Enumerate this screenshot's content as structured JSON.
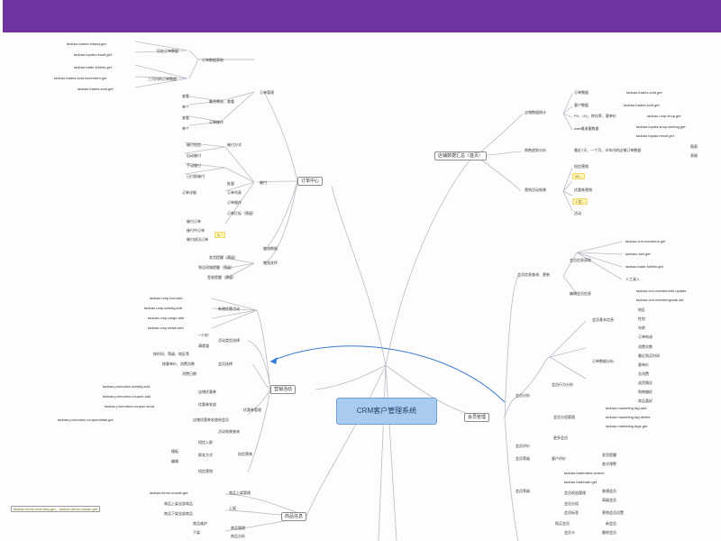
{
  "center": "CRM客户管理系统",
  "branches": {
    "order_center": "订单中心",
    "store_summary": "店铺数据汇总（首页）",
    "marketing": "营销活动",
    "member_mgmt": "会员管理",
    "product_info": "商品信息"
  },
  "order_center": {
    "order_data_mgmt": "订单数据获取",
    "history_orders": "历史订单数据",
    "incremental_orders": "三月内的订单数据",
    "apis": [
      "taobao.trades.history.get",
      "taobao.topats.result.get",
      "taobao.trade.fullinfo.get",
      "taobao.trades.sold.increment.get",
      "taobao.trades.sold.get"
    ],
    "order_mgmt": "订单管理",
    "filter_group": "集合筛选、查看",
    "filter_items": [
      "查看",
      "单个"
    ],
    "order_ops": "订单操作",
    "order_op_items": [
      "查看",
      "单个"
    ],
    "urge_group": "催付",
    "urge_sub": [
      "催付方式",
      "催付短信",
      "自动催付",
      "手动催付",
      "已付款催付"
    ],
    "batch": [
      "批量",
      "订单列表",
      "订单详细",
      "订单操作",
      "订单打标（预留）"
    ],
    "review": [
      "催付订单",
      "催付中订单",
      "催付成功订单"
    ],
    "sticky": "1...",
    "logistics": [
      "物流数据",
      "物流关怀"
    ],
    "logistics_items": [
      "发货提醒（预留）",
      "到达同城提醒（预留）",
      "签收提醒（预留）"
    ]
  },
  "store_summary": {
    "groups": [
      "店铺数据统计",
      "销售趋势分析",
      "营销活动效果"
    ],
    "stats": [
      "订单数据",
      "客户数据",
      "PV、UV、转化率、客单价",
      "web端流量数据"
    ],
    "stat_apis": [
      "taobao.trades.sold.get",
      "taobao.trades.sold.get",
      "taobao.ump.shop.get",
      "taobao.topats.shop.weblog.get",
      "taobao.topats.result.get"
    ],
    "trend": "最近7天、一个月、半年内的店铺订单数据",
    "trend_items": [
      "图表",
      "表格"
    ],
    "effect": [
      "短信营销",
      "优惠券营销",
      "活动"
    ],
    "effect_sticky": [
      "15...",
      "1 会..."
    ]
  },
  "marketing": {
    "create": "新建优惠活动",
    "create_apis": [
      "taobao.ump.tool.add",
      "taobao.ump.activity.add",
      "taobao.ump.range.add",
      "taobao.ump.detail.add"
    ],
    "activity_type": "活动类型选择",
    "type_items": [
      "一口价",
      "满就减"
    ],
    "member_select": [
      "会员选择",
      "按时间、等级、地区等",
      "按客单价、消费次数",
      "消费日期"
    ],
    "coupon": [
      "店铺优惠券",
      "优惠券发放"
    ],
    "coupon_apis": [
      "taobao.promotion.activity.add",
      "taobao.promotion.coupon.add",
      "taobao.promotion.coupon.send",
      "taobao.promotion.coupondetail.get"
    ],
    "coupon_send": "店铺优惠券发放给会员",
    "coupon_mgmt": "优惠券管理",
    "events": [
      "活动效果查询",
      "短信营销"
    ],
    "sms": [
      "短信入群",
      "群发方式",
      "短信营销"
    ],
    "sms_items": [
      "模板",
      "编辑"
    ]
  },
  "member_mgmt": {
    "query": "会员信息查询、更新",
    "query_group": [
      "会员信息获取",
      "编辑会员信息"
    ],
    "query_apis": [
      "taobao.crm.members.get",
      "taobao.user.get",
      "taobao.trade.fullinfo.get",
      "人工录入"
    ],
    "edit_apis": [
      "taobao.crm.memberinfo.update",
      "taobao.crm.membergrade.set"
    ],
    "analysis": "会员分析",
    "basic": [
      "会员基本信息",
      "地区",
      "性别",
      "年龄",
      "订单构成"
    ],
    "behavior": [
      "订单数据分析",
      "消费次数",
      "最近购买时间",
      "客单价",
      "总消费",
      "退货情况",
      "购物偏好",
      "商品喜好"
    ],
    "tag_mgmt": "会员分组管理",
    "tag_apis": [
      "taobao.marketing.tag.add",
      "taobao.marketing.tag.delete",
      "taobao.marketing.tags.get"
    ],
    "actions": [
      "会员行为分析",
      "更多会员",
      "会员评价",
      "会员等级"
    ],
    "care": [
      "客户评价",
      "发货提醒",
      "差评预警"
    ],
    "care_apis": [
      "taobao.traderates.search",
      "taobao.traderate.get"
    ],
    "grade": [
      "会员等级",
      "会员权益管理",
      "普通会员",
      "高级会员"
    ],
    "misc": [
      "会员分组",
      "会员标签",
      "营销会员设置",
      "会员卡",
      "删除会员"
    ],
    "purchase": [
      "购买会员",
      "新会员"
    ]
  },
  "product_info": {
    "items_group": "商品上架管理",
    "items_api": "taobao.items.onsale.get",
    "api_banner": "taobao.items.inventory.get、taobao.items.onsale.get",
    "sub": [
      "商品上架全部商品",
      "商品下架全部商品",
      "商品维护"
    ],
    "tag": [
      "上架",
      "下架",
      "商品管理",
      "商品分析"
    ]
  }
}
